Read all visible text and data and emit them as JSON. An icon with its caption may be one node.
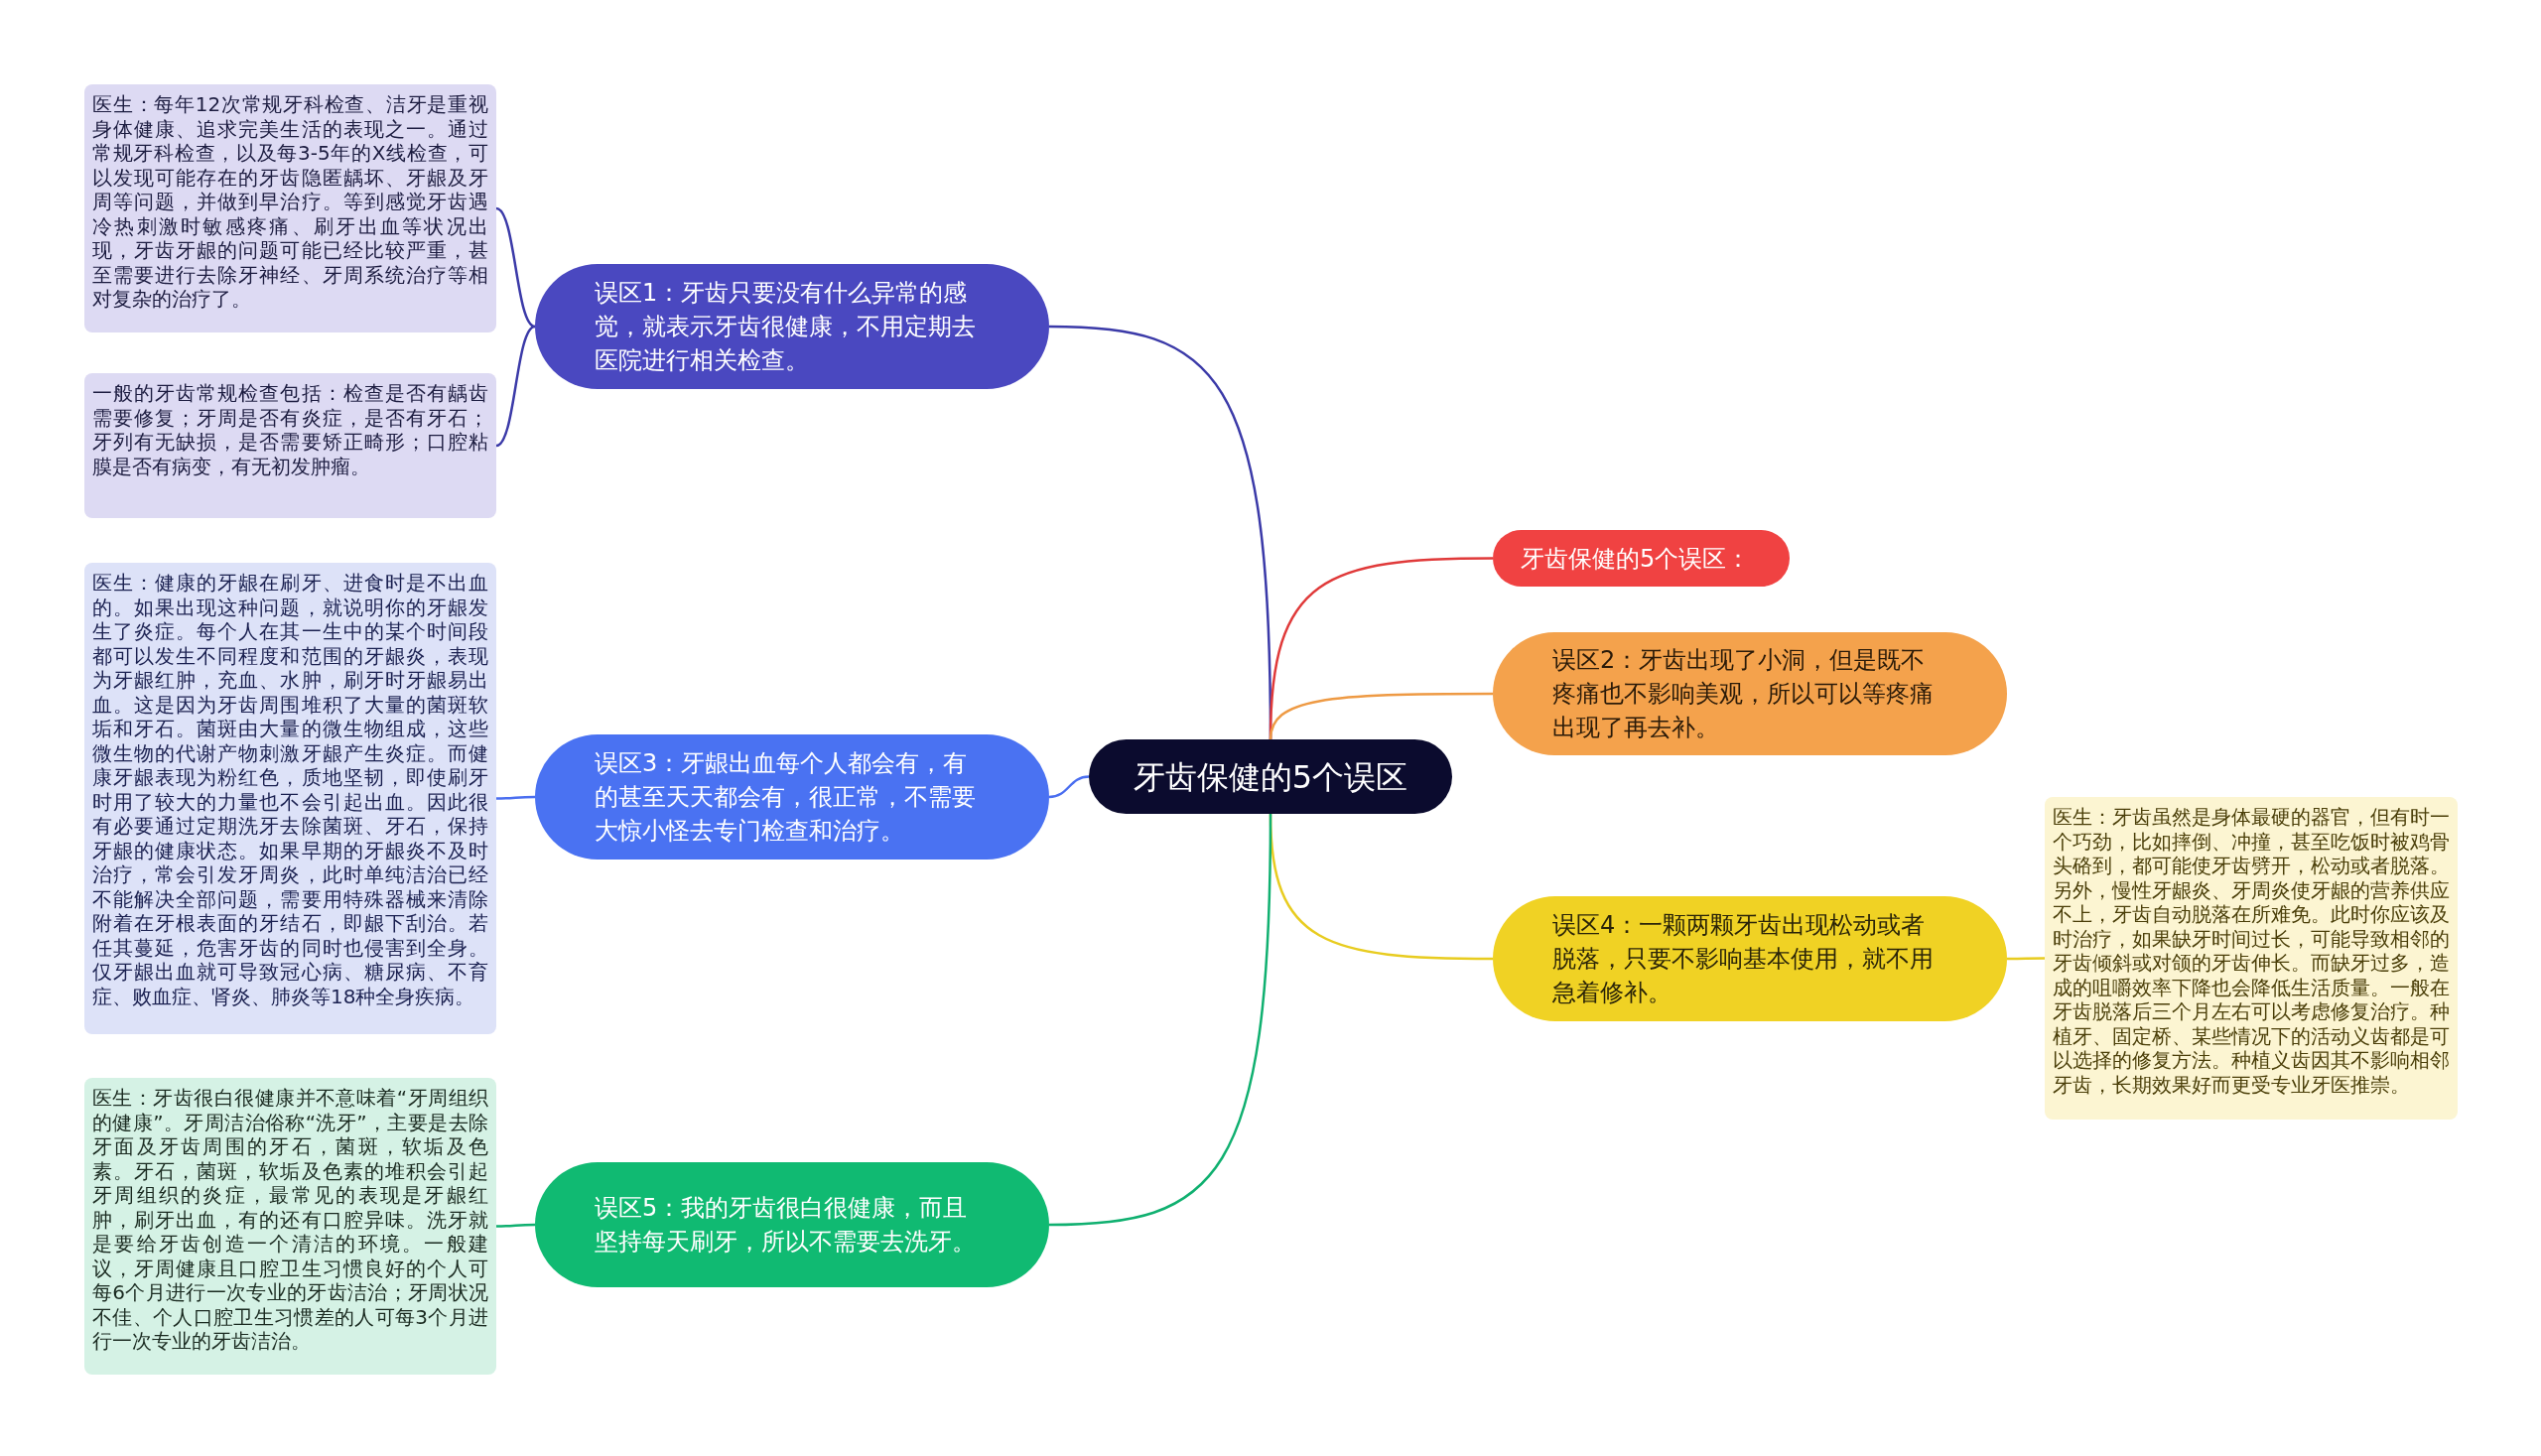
{
  "diagram": {
    "nodes": [
      {
        "text": [
          "牙齿保健的5个误区"
        ]
      },
      {
        "text": [
          "误区1：牙齿只要没有什么异常的感觉，就表示牙齿很健康，不用定期去医院进行相关检查。"
        ]
      },
      {
        "text": [
          "医生：每年12次常规牙科检查、洁牙是重视身体健康、追求完美生活的表现之一。通过常规牙科检查，以及每3-5年的X线检查，可以发现可能存在的牙齿隐匿龋坏、牙龈及牙周等问题，并做到早治疗。等到感觉牙齿遇冷热刺激时敏感疼痛、刷牙出血等状况出现，牙齿牙龈的问题可能已经比较严重，甚至需要进行去除牙神经、牙周系统治疗等相对复杂的治疗了。"
        ]
      },
      {
        "text": [
          "一般的牙齿常规检查包括：检查是否有龋齿需要修复；牙周是否有炎症，是否有牙石；牙列有无缺损，是否需要矫正畸形；口腔粘膜是否有病变，有无初发肿瘤。"
        ]
      },
      {
        "text": [
          "牙齿保健的5个误区："
        ]
      },
      {
        "text": [
          "误区2：牙齿出现了小洞，但是既不疼痛也不影响美观，所以可以等疼痛出现了再去补。"
        ]
      },
      {
        "text": [
          "误区3：牙龈出血每个人都会有，有的甚至天天都会有，很正常，不需要大惊小怪去专门检查和治疗。"
        ]
      },
      {
        "text": [
          "医生：健康的牙龈在刷牙、进食时是不出血的。如果出现这种问题，就说明你的牙龈发生了炎症。每个人在其一生中的某个时间段都可以发生不同程度和范围的牙龈炎，表现为牙龈红肿，充血、水肿，刷牙时牙龈易出血。这是因为牙齿周围堆积了大量的菌斑软垢和牙石。菌斑由大量的微生物组成，这些微生物的代谢产物刺激牙龈产生炎症。而健康牙龈表现为粉红色，质地坚韧，即使刷牙时用了较大的力量也不会引起出血。因此很有必要通过定期洗牙去除菌斑、牙石，保持牙龈的健康状态。如果早期的牙龈炎不及时治疗，常会引发牙周炎，此时单纯洁治已经不能解决全部问题，需要用特殊器械来清除附着在牙根表面的牙结石，即龈下刮治。若任其蔓延，危害牙齿的同时也侵害到全身。仅牙龈出血就可导致冠心病、糖尿病、不育症、败血症、肾炎、肺炎等18种全身疾病。"
        ]
      },
      {
        "text": [
          "误区4：一颗两颗牙齿出现松动或者脱落，只要不影响基本使用，就不用急着修补。"
        ]
      },
      {
        "text": [
          "医生：牙齿虽然是身体最硬的器官，但有时一个巧劲，比如摔倒、冲撞，甚至吃饭时被鸡骨头硌到，都可能使牙齿劈开，松动或者脱落。另外，慢性牙龈炎、牙周炎使牙龈的营养供应不上，牙齿自动脱落在所难免。此时你应该及时治疗，如果缺牙时间过长，可能导致相邻的牙齿倾斜或对颌的牙齿伸长。而缺牙过多，造成的咀嚼效率下降也会降低生活质量。一般在牙齿脱落后三个月左右可以考虑修复治疗。种植牙、固定桥、某些情况下的活动义齿都是可以选择的修复方法。种植义齿因其不影响相邻牙齿，长期效果好而更受专业牙医推崇。"
        ]
      },
      {
        "text": [
          "误区5：我的牙齿很白很健康，而且坚持每天刷牙，所以不需要去洗牙。"
        ]
      },
      {
        "text": [
          "医生：牙齿很白很健康并不意味着“牙周组织的健康”。牙周洁治俗称“洗牙”，主要是去除牙面及牙齿周围的牙石，菌斑，软垢及色素。牙石，菌斑，软垢及色素的堆积会引起牙周组织的炎症，最常见的表现是牙龈红肿，刷牙出血，有的还有口腔异味。洗牙就是要给牙齿创造一个清洁的环境。一般建议，牙周健康且口腔卫生习惯良好的个人可每6个月进行一次专业的牙齿洁治；牙周状况不佳、个人口腔卫生习惯差的人可每3个月进行一次专业的牙齿洁治。"
        ]
      }
    ],
    "edges": [
      {
        "from": 0,
        "to": 1,
        "arrow": "none",
        "color": "#3b3aa8"
      },
      {
        "from": 1,
        "to": 2,
        "arrow": "none",
        "color": "#3b3aa8"
      },
      {
        "from": 1,
        "to": 3,
        "arrow": "none",
        "color": "#3b3aa8"
      },
      {
        "from": 0,
        "to": 4,
        "arrow": "none",
        "color": "#e03a3a"
      },
      {
        "from": 0,
        "to": 5,
        "arrow": "none",
        "color": "#ee9a44"
      },
      {
        "from": 0,
        "to": 6,
        "arrow": "none",
        "color": "#4a6ef0"
      },
      {
        "from": 6,
        "to": 7,
        "arrow": "none",
        "color": "#4a6ef0"
      },
      {
        "from": 0,
        "to": 8,
        "arrow": "none",
        "color": "#e8cc20"
      },
      {
        "from": 8,
        "to": 9,
        "arrow": "none",
        "color": "#e8cc20"
      },
      {
        "from": 0,
        "to": 10,
        "arrow": "none",
        "color": "#10b070"
      },
      {
        "from": 10,
        "to": 11,
        "arrow": "none",
        "color": "#10b070"
      }
    ]
  }
}
